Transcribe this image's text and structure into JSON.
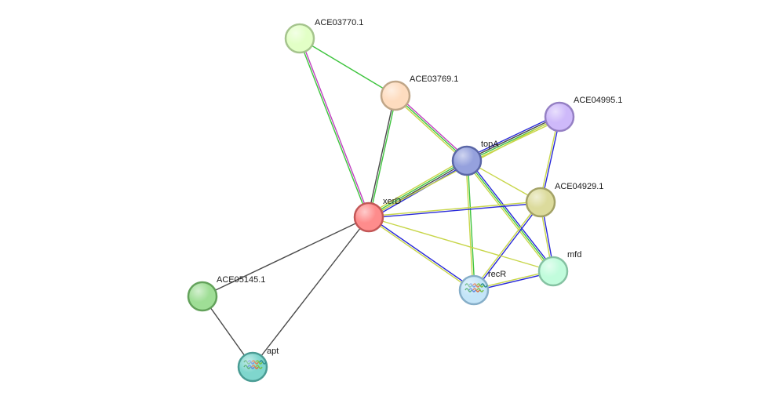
{
  "network": {
    "nodes": [
      {
        "id": "ACE03770.1",
        "label": "ACE03770.1",
        "color": "#e2ffc6",
        "border": "#a5c48d",
        "image": false
      },
      {
        "id": "ACE03769.1",
        "label": "ACE03769.1",
        "color": "#fedcbf",
        "border": "#c0a688",
        "image": false
      },
      {
        "id": "ACE04995.1",
        "label": "ACE04995.1",
        "color": "#ceb9fa",
        "border": "#9580c4",
        "image": false
      },
      {
        "id": "topA",
        "label": "topA",
        "color": "#95a1dd",
        "border": "#5a66a6",
        "image": false
      },
      {
        "id": "ACE04929.1",
        "label": "ACE04929.1",
        "color": "#dcdb9c",
        "border": "#a3a266",
        "image": false
      },
      {
        "id": "xerD",
        "label": "xerD",
        "color": "#fe8c8c",
        "border": "#c35757",
        "image": false
      },
      {
        "id": "mfd",
        "label": "mfd",
        "color": "#c1fcdc",
        "border": "#85c2a2",
        "image": false
      },
      {
        "id": "recR",
        "label": "recR",
        "color": "#c4e5f8",
        "border": "#86aec8",
        "image": true
      },
      {
        "id": "ACE05145.1",
        "label": "ACE05145.1",
        "color": "#9fde96",
        "border": "#63a25b",
        "image": false
      },
      {
        "id": "apt",
        "label": "apt",
        "color": "#7fd6cd",
        "border": "#4a9c94",
        "image": true
      }
    ],
    "edges": [
      {
        "source": "ACE03770.1",
        "target": "xerD",
        "colors": [
          "#c040c0",
          "#3ec43e"
        ]
      },
      {
        "source": "ACE03770.1",
        "target": "ACE03769.1",
        "colors": [
          "#3ec43e"
        ]
      },
      {
        "source": "ACE03769.1",
        "target": "xerD",
        "colors": [
          "#3ec43e",
          "#4a4a4a"
        ]
      },
      {
        "source": "ACE03769.1",
        "target": "topA",
        "colors": [
          "#c040c0",
          "#3ec43e",
          "#c8d64a"
        ]
      },
      {
        "source": "topA",
        "target": "ACE04995.1",
        "colors": [
          "#2828d8",
          "#4a4a4a",
          "#3ec43e",
          "#c8d64a"
        ]
      },
      {
        "source": "topA",
        "target": "ACE04929.1",
        "colors": [
          "#c8d64a"
        ]
      },
      {
        "source": "topA",
        "target": "xerD",
        "colors": [
          "#2828d8",
          "#4a4a4a",
          "#3ec43e",
          "#c8d64a"
        ]
      },
      {
        "source": "topA",
        "target": "mfd",
        "colors": [
          "#2828d8",
          "#3ec43e",
          "#c8d64a"
        ]
      },
      {
        "source": "topA",
        "target": "recR",
        "colors": [
          "#3ec43e",
          "#c8d64a"
        ]
      },
      {
        "source": "ACE04995.1",
        "target": "ACE04929.1",
        "colors": [
          "#2828d8",
          "#c8d64a"
        ]
      },
      {
        "source": "ACE04995.1",
        "target": "xerD",
        "colors": [
          "#c8d64a"
        ]
      },
      {
        "source": "ACE04929.1",
        "target": "xerD",
        "colors": [
          "#2828d8",
          "#c8d64a"
        ]
      },
      {
        "source": "ACE04929.1",
        "target": "mfd",
        "colors": [
          "#2828d8",
          "#c8d64a"
        ]
      },
      {
        "source": "ACE04929.1",
        "target": "recR",
        "colors": [
          "#2828d8",
          "#c8d64a"
        ]
      },
      {
        "source": "xerD",
        "target": "mfd",
        "colors": [
          "#c8d64a"
        ]
      },
      {
        "source": "xerD",
        "target": "recR",
        "colors": [
          "#2828d8",
          "#c8d64a"
        ]
      },
      {
        "source": "mfd",
        "target": "recR",
        "colors": [
          "#2828d8",
          "#c8d64a"
        ]
      },
      {
        "source": "xerD",
        "target": "ACE05145.1",
        "colors": [
          "#4a4a4a"
        ]
      },
      {
        "source": "xerD",
        "target": "apt",
        "colors": [
          "#4a4a4a"
        ]
      },
      {
        "source": "ACE05145.1",
        "target": "apt",
        "colors": [
          "#4a4a4a"
        ]
      }
    ]
  }
}
